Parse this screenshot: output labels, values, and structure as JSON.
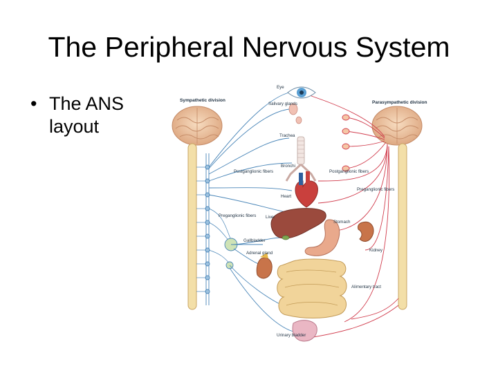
{
  "slide": {
    "title": "The Peripheral Nervous System",
    "bullet": "The ANS layout"
  },
  "diagram": {
    "division_labels": {
      "sympathetic": "Sympathetic division",
      "parasympathetic": "Parasympathetic division"
    },
    "organ_labels": {
      "eye": "Eye",
      "salivary_glands": "Salivary glands",
      "trachea": "Trachea",
      "bronchi": "Bronchi",
      "heart": "Heart",
      "liver": "Liver",
      "gallbladder": "Gallbladder",
      "adrenal_gland": "Adrenal gland",
      "stomach": "Stomach",
      "kidney": "Kidney",
      "alimentary_tract": "Alimentary tract",
      "urinary_bladder": "Urinary bladder"
    },
    "fiber_labels": {
      "sym_postganglionic": "Postganglionic fibers",
      "sym_preganglionic": "Preganglionic fibers",
      "para_postganglionic": "Postganglionic fibers",
      "para_preganglionic": "Preganglionic fibers"
    },
    "colors": {
      "sympathetic": "#4a86b8",
      "parasympathetic": "#d0394a",
      "brain": "#f0c9a4",
      "spinal_cord": "#f3dfa8",
      "liver": "#9b4a3d",
      "stomach": "#e9a98c",
      "intestine": "#f1d49a"
    }
  }
}
